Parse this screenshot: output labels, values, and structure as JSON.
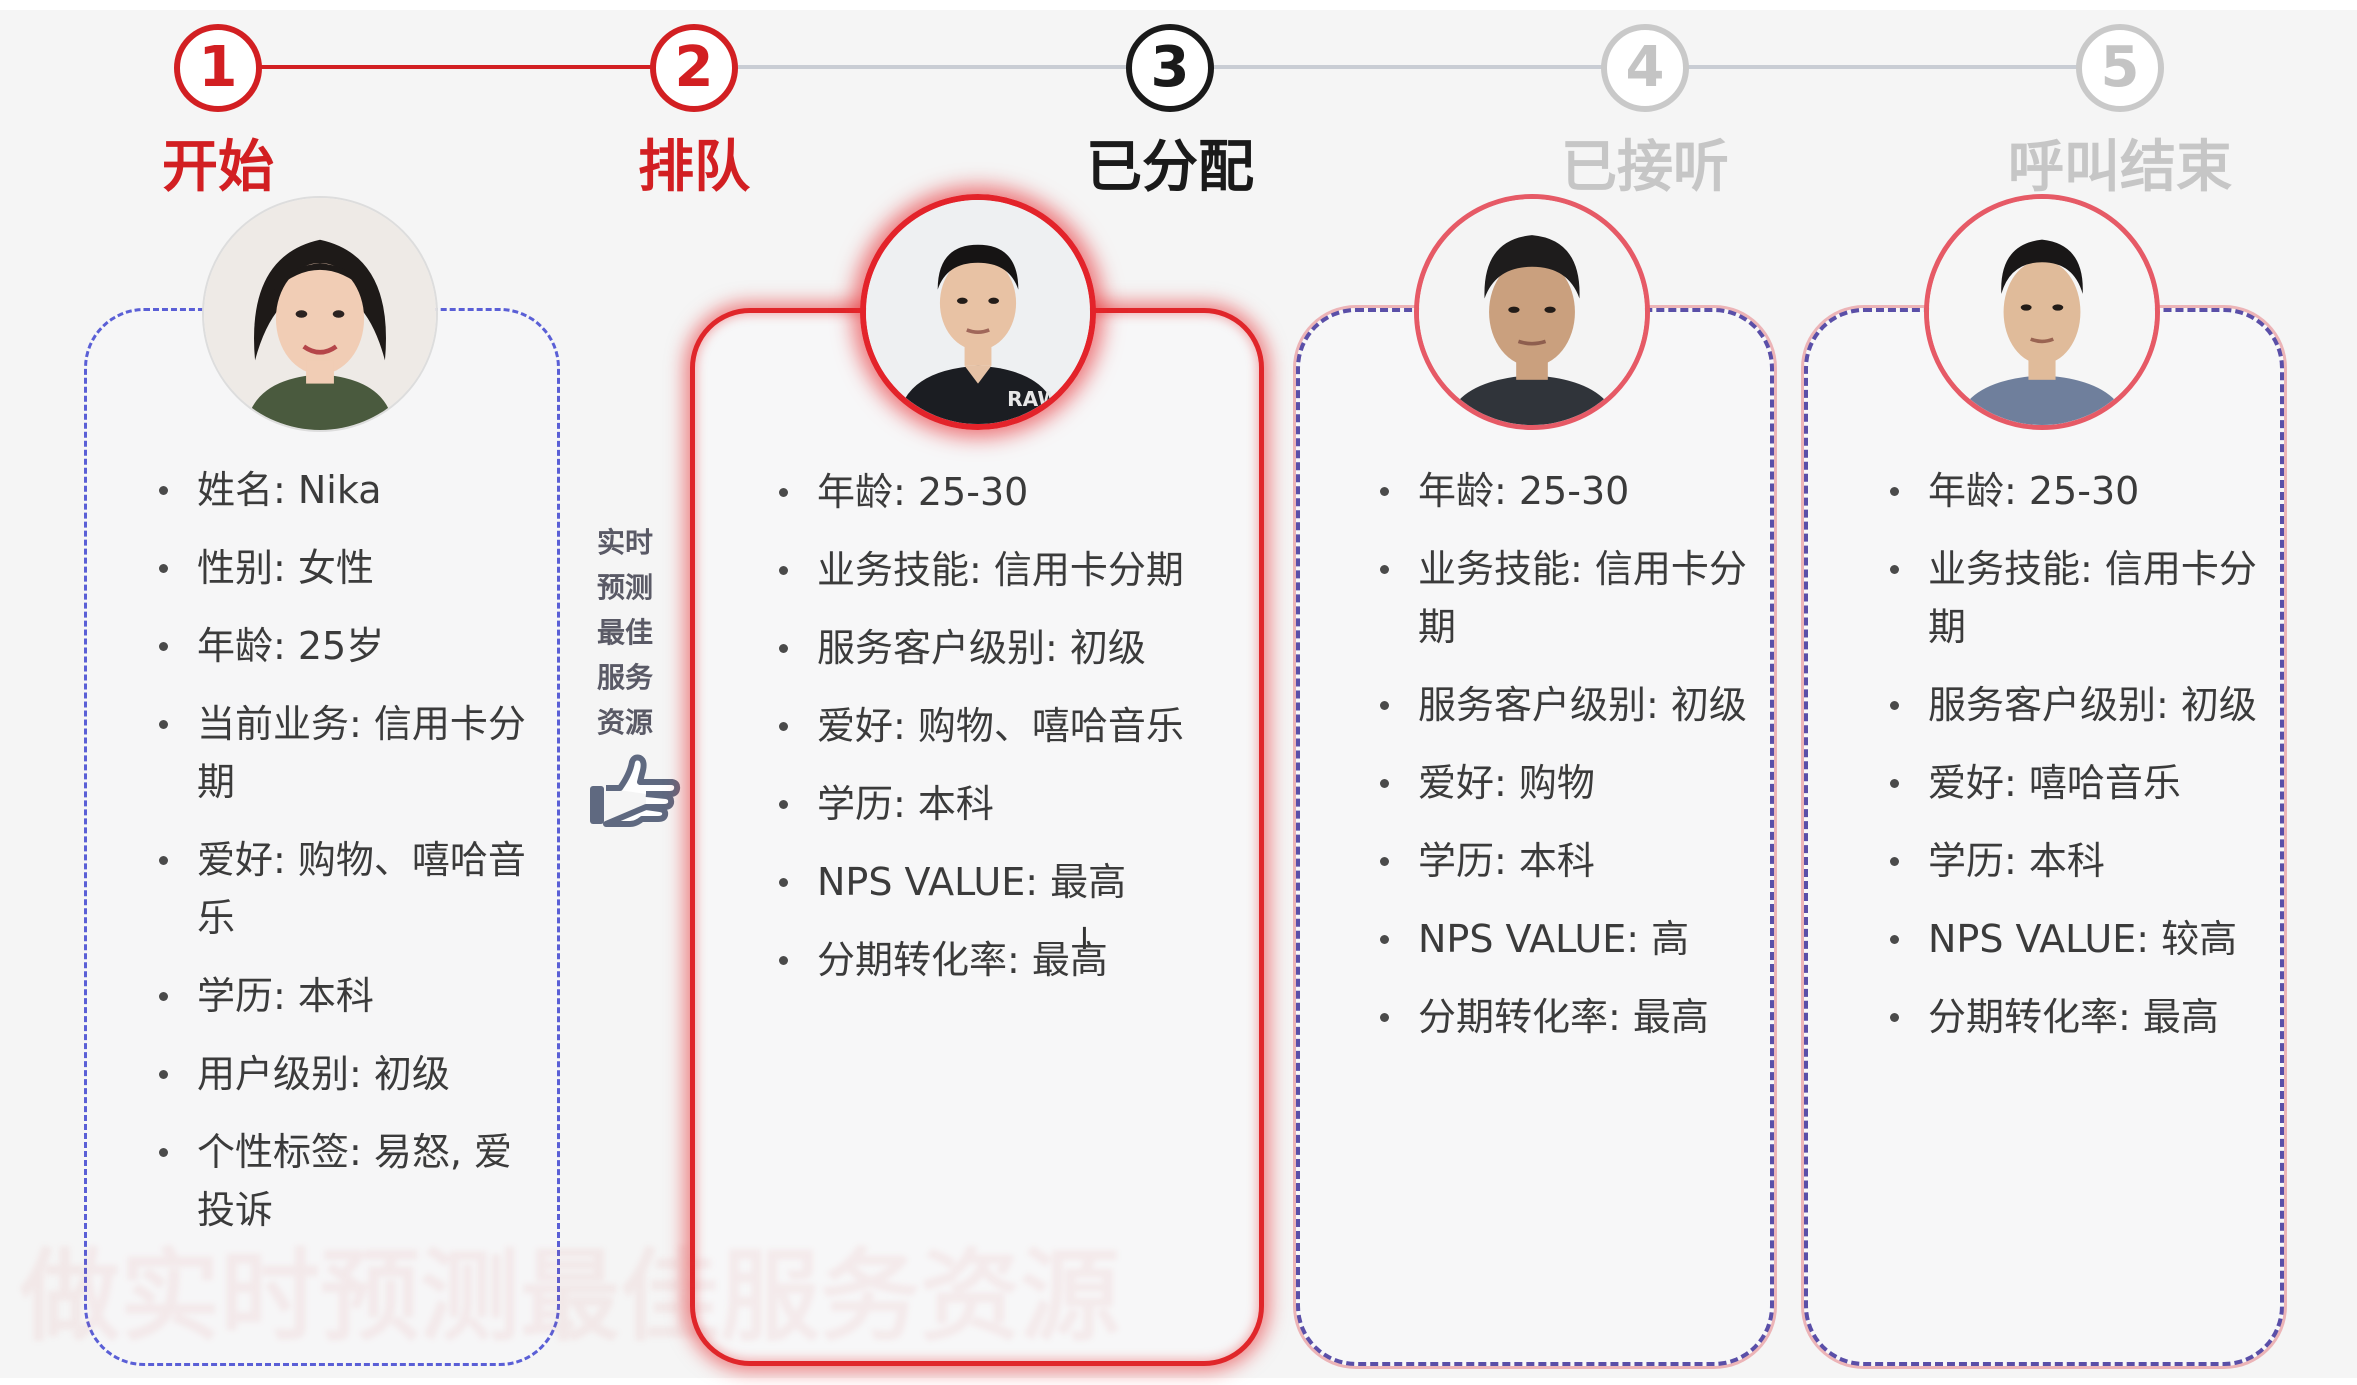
{
  "steps": [
    {
      "num": "1",
      "label": "开始",
      "state": "done"
    },
    {
      "num": "2",
      "label": "排队",
      "state": "done"
    },
    {
      "num": "3",
      "label": "已分配",
      "state": "current"
    },
    {
      "num": "4",
      "label": "已接听",
      "state": "pending"
    },
    {
      "num": "5",
      "label": "呼叫结束",
      "state": "pending"
    }
  ],
  "colors": {
    "done": "#d21f22",
    "current": "#1a1a1a",
    "pending": "#c8c8c8",
    "track_pending": "#c9cdd4"
  },
  "customer": {
    "items": [
      "姓名: Nika",
      "性别: 女性",
      "年龄: 25岁",
      "当前业务: 信用卡分期",
      "爱好: 购物、嘻哈音乐",
      "学历: 本科",
      "用户级别: 初级",
      "个性标签: 易怒, 爱投诉"
    ]
  },
  "side_note": {
    "lines": [
      "实时",
      "预测",
      "最佳",
      "服务",
      "资源"
    ]
  },
  "agents": [
    {
      "items": [
        "年龄: 25-30",
        "业务技能: 信用卡分期",
        "服务客户级别: 初级",
        "爱好: 购物、嘻哈音乐",
        "学历: 本科",
        "NPS VALUE: 最高",
        "分期转化率: 最高"
      ],
      "shirt_text": "RAW"
    },
    {
      "items": [
        "年龄: 25-30",
        "业务技能: 信用卡分期",
        "服务客户级别: 初级",
        "爱好: 购物",
        "学历: 本科",
        "NPS VALUE: 高",
        "分期转化率: 最高"
      ]
    },
    {
      "items": [
        "年龄: 25-30",
        "业务技能: 信用卡分期",
        "服务客户级别: 初级",
        "爱好: 嘻哈音乐",
        "学历: 本科",
        "NPS VALUE: 较高",
        "分期转化率: 最高"
      ]
    }
  ],
  "watermark": "做实时预测最佳服务资源"
}
